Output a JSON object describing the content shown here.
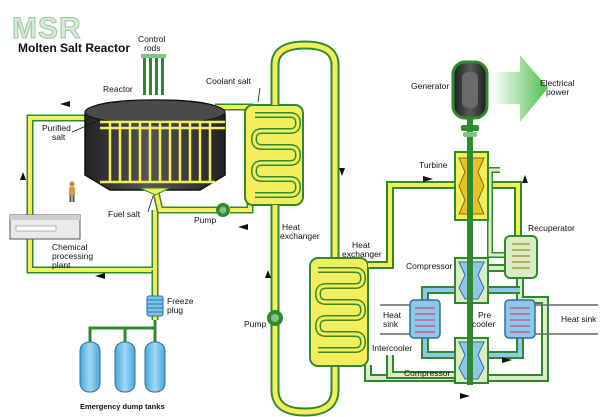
{
  "logo": {
    "abbr": "MSR",
    "title": "Molten Salt Reactor"
  },
  "labels": {
    "control_rods_1": "Control",
    "control_rods_2": "rods",
    "reactor": "Reactor",
    "coolant_salt": "Coolant salt",
    "purified_salt_1": "Purified",
    "purified_salt_2": "salt",
    "fuel_salt": "Fuel salt",
    "pump_1": "Pump",
    "heat_exchanger_1a": "Heat",
    "heat_exchanger_1b": "exchanger",
    "chemical_1": "Chemical",
    "chemical_2": "processing",
    "chemical_3": "plant",
    "freeze_plug_1": "Freeze",
    "freeze_plug_2": "plug",
    "pump_2": "Pump",
    "emergency_tanks": "Emergency dump tanks",
    "heat_exchanger_2a": "Heat",
    "heat_exchanger_2b": "exchanger",
    "generator": "Generator",
    "electrical_power_1": "Electrical",
    "electrical_power_2": "power",
    "turbine": "Turbine",
    "recuperator": "Recuperator",
    "compressor_top": "Compressor",
    "heat_sink_left_1": "Heat",
    "heat_sink_left_2": "sink",
    "precooler_1": "Pre",
    "precooler_2": "cooler",
    "heat_sink_right": "Heat sink",
    "intercooler": "Intercooler",
    "compressor_bottom": "Compressor"
  },
  "colors": {
    "fuel_salt": "#f4ee5a",
    "coolant_salt": "#f4ee5a",
    "pipe_outline": "#2f8a2f",
    "gas_loop": "#dcecc4",
    "cold_water": "#8cc8ec",
    "reactor_vessel": "#3a3a3a",
    "dump_tank": "#7cc4ec",
    "power_arrow": "#5ec45e"
  }
}
